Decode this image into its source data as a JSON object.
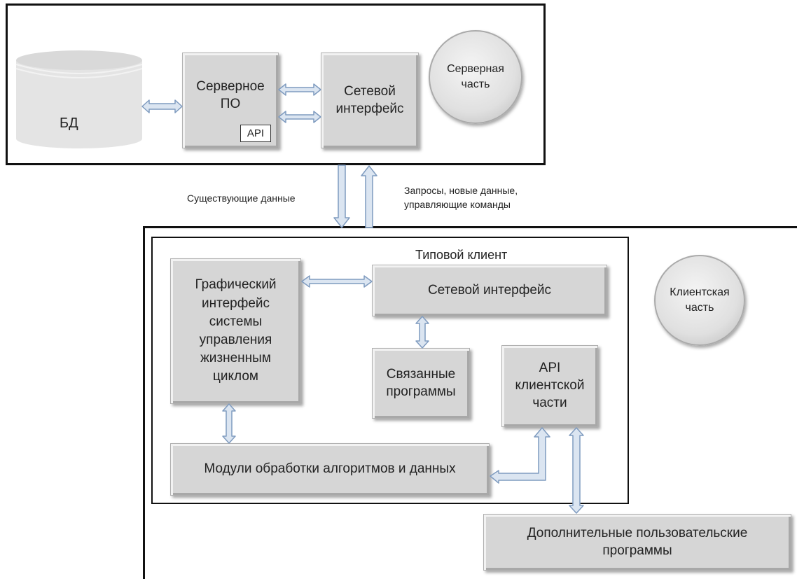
{
  "server": {
    "db": "БД",
    "server_software": "Серверное\nПО",
    "api": "API",
    "network_interface": "Сетевой\nинтерфейс",
    "label": "Серверная\nчасть"
  },
  "transfer": {
    "existing_data": "Существующие данные",
    "requests": "Запросы, новые данные,\nуправляющие команды"
  },
  "client": {
    "label": "Клиентская\nчасть",
    "typical_client": "Типовой клиент",
    "gui": "Графический\nинтерфейс\nсистемы\nуправления\nжизненным\nциклом",
    "network_interface": "Сетевой интерфейс",
    "related_programs": "Связанные\nпрограммы",
    "client_api": "API\nклиентской\nчасти",
    "modules": "Модули обработки алгоритмов и данных",
    "extra_programs": "Дополнительные пользовательские\nпрограммы"
  }
}
